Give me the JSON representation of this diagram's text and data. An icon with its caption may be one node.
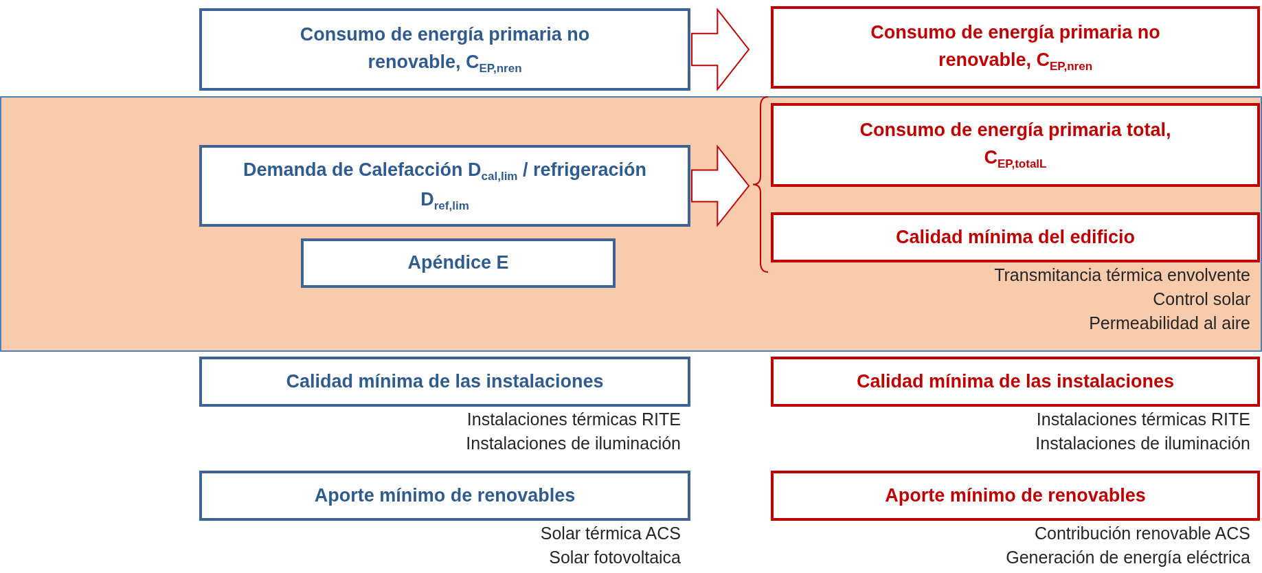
{
  "diagram": {
    "nodes": [
      {
        "text": [
          "Consumo de energía primaria no renovable, C$_{EP,nren}$"
        ]
      },
      {
        "text": [
          "Consumo de energía primaria no renovable, C$_{EP,nren}$"
        ]
      },
      {
        "text": [
          "Demanda de Calefacción D$_{cal,lim}$ / refrigeración D$_{ref,lim}$"
        ]
      },
      {
        "text": [
          "Apéndice E"
        ]
      },
      {
        "text": [
          "Consumo de energía primaria total, C$_{EP,totalL}$"
        ]
      },
      {
        "text": [
          "Calidad mínima del edificio"
        ],
        "beside": [
          "Transmitancia térmica envolvente",
          "Control solar",
          "Permeabilidad al aire"
        ]
      },
      {
        "text": [
          "Calidad mínima de las instalaciones"
        ],
        "beside": [
          "Instalaciones térmicas RITE",
          "Instalaciones de iluminación"
        ]
      },
      {
        "text": [
          "Calidad mínima de las instalaciones"
        ],
        "beside": [
          "Instalaciones térmicas RITE",
          "Instalaciones de iluminación"
        ]
      },
      {
        "text": [
          "Aporte mínimo de renovables"
        ],
        "beside": [
          "Solar térmica ACS",
          "Solar fotovoltaica"
        ]
      },
      {
        "text": [
          "Aporte mínimo de renovables"
        ],
        "beside": [
          "Contribución renovable ACS",
          "Generación de energía eléctrica"
        ]
      }
    ],
    "edges": [
      {
        "from": 0,
        "to": 1,
        "arrow": "to"
      },
      {
        "from": 2,
        "to": 4,
        "arrow": "to"
      },
      {
        "from": 2,
        "to": 5,
        "arrow": "to"
      }
    ]
  }
}
